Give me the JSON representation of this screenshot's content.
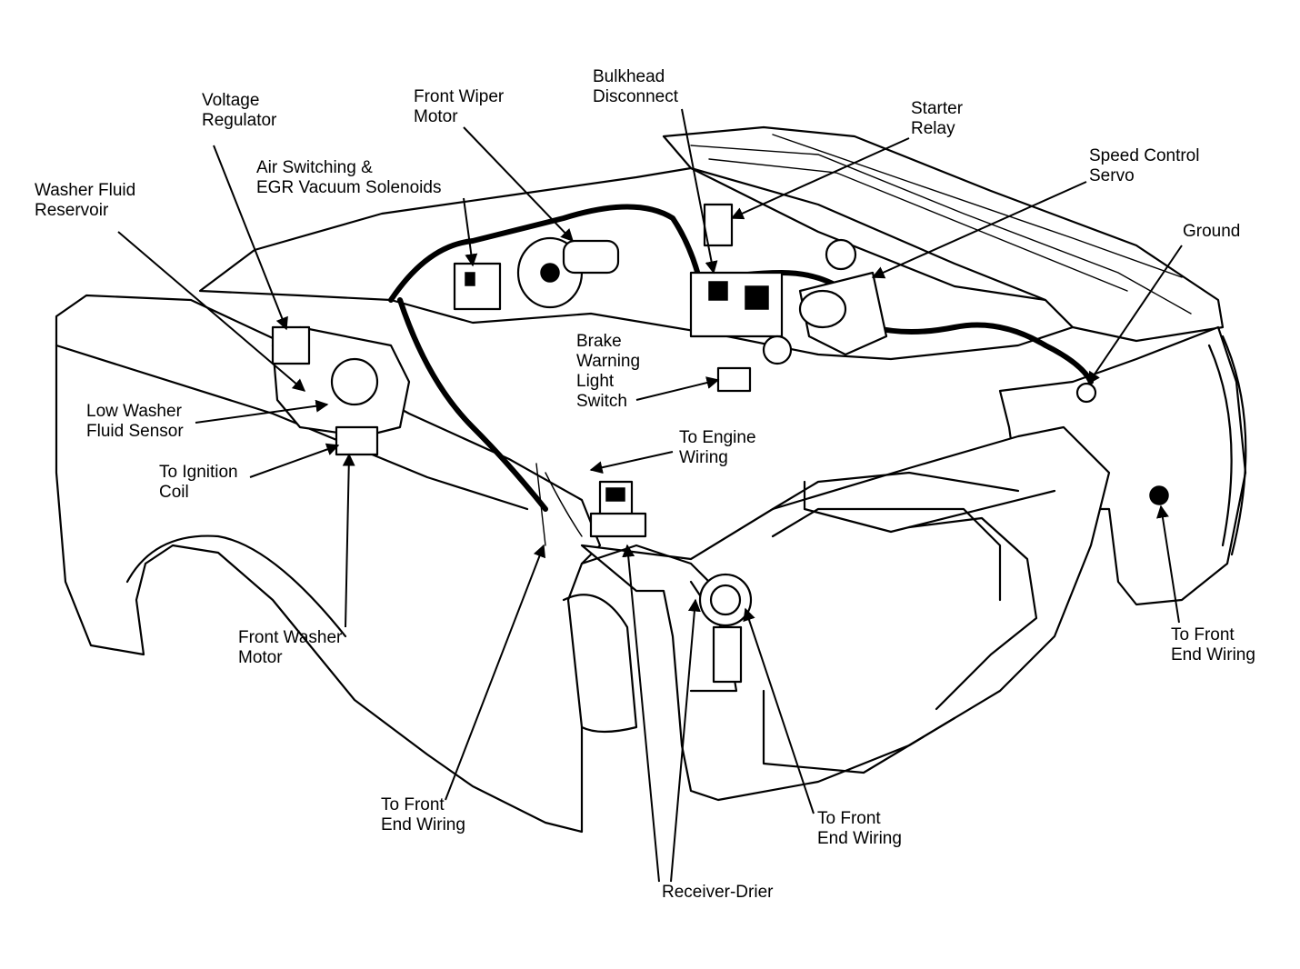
{
  "labels": {
    "bulkhead_disconnect": [
      "Bulkhead",
      "Disconnect"
    ],
    "front_wiper_motor": [
      "Front Wiper",
      "Motor"
    ],
    "voltage_regulator": [
      "Voltage",
      "Regulator"
    ],
    "starter_relay": [
      "Starter",
      "Relay"
    ],
    "speed_control_servo": [
      "Speed Control",
      "Servo"
    ],
    "air_switching_egr": [
      "Air Switching &",
      "EGR Vacuum Solenoids"
    ],
    "washer_fluid_reservoir": [
      "Washer Fluid",
      "Reservoir"
    ],
    "ground": [
      "Ground"
    ],
    "brake_warning_light_switch": [
      "Brake",
      "Warning",
      "Light",
      "Switch"
    ],
    "low_washer_fluid_sensor": [
      "Low Washer",
      "Fluid Sensor"
    ],
    "to_engine_wiring": [
      "To Engine",
      "Wiring"
    ],
    "to_ignition_coil": [
      "To Ignition",
      "Coil"
    ],
    "front_washer_motor": [
      "Front Washer",
      "Motor"
    ],
    "to_front_end_wiring_right": [
      "To Front",
      "End Wiring"
    ],
    "to_front_end_wiring_left": [
      "To Front",
      "End Wiring"
    ],
    "to_front_end_wiring_center": [
      "To Front",
      "End Wiring"
    ],
    "receiver_drier": [
      "Receiver-Drier"
    ]
  }
}
